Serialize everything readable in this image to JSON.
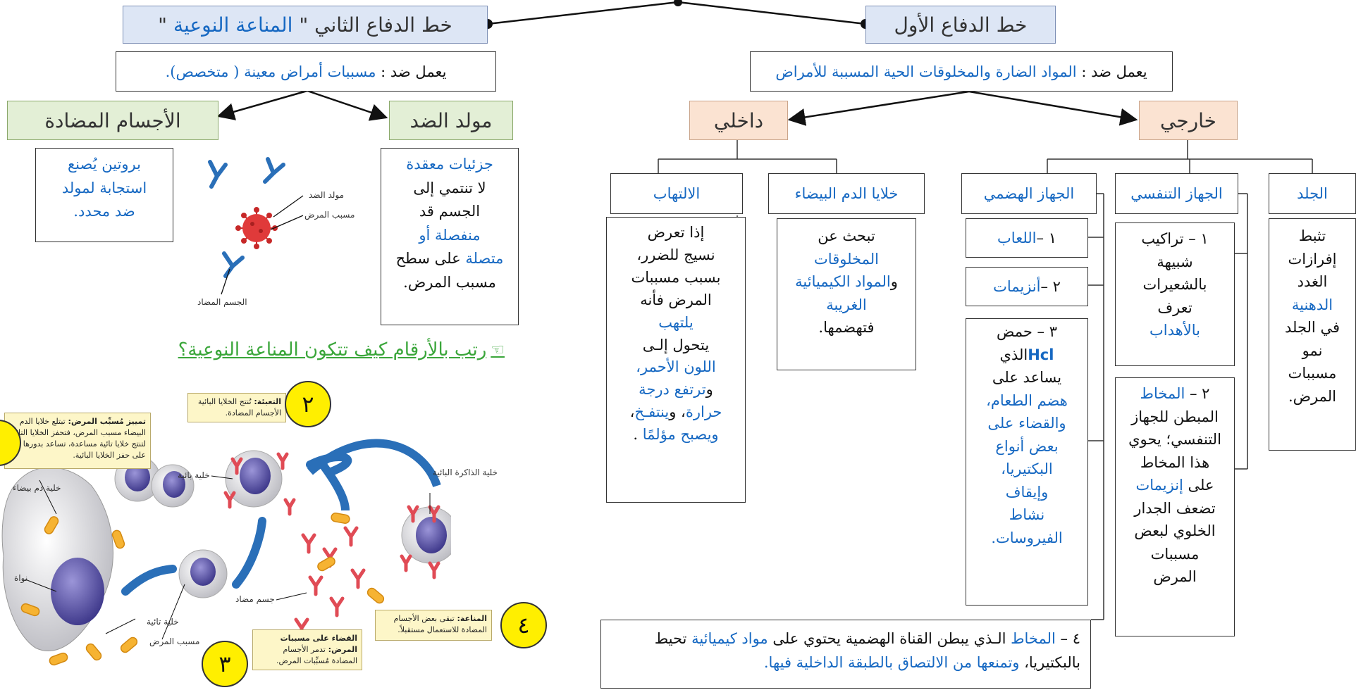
{
  "first_line": {
    "title": "خط الدفاع الأول",
    "works_against_prefix": "يعمل ضد : ",
    "works_against": "المواد الضارة والمخلوقات الحية المسببة للأمراض",
    "external": "خارجي",
    "internal": "داخلي",
    "skin": {
      "title": "الجلد",
      "t1": "تثبط",
      "t2": "إفرازات",
      "t3": "الغدد",
      "t4": "الدهنية",
      "t5": "في الجلد",
      "t6": "نمو",
      "t7": "مسببات",
      "t8": "المرض."
    },
    "respiratory": {
      "title": "الجهاز التنفسي",
      "b1_a": "١ – تراكيب",
      "b1_b": "شبيهة",
      "b1_c": "بالشعيرات",
      "b1_d": "تعرف",
      "b1_e": "بالأهداب",
      "b2_a": "٢ – ",
      "b2_b": "المخاط",
      "b2_c": "المبطن للجهاز",
      "b2_d": "التنفسي؛ يحوي",
      "b2_e": "هذا المخاط",
      "b2_f": "على ",
      "b2_g": "إنزيمات",
      "b2_h": "تضعف الجدار",
      "b2_i": "الخلوي لبعض",
      "b2_j": "مسببات",
      "b2_k": "المرض"
    },
    "digestive": {
      "title": "الجهاز الهضمي",
      "i1_num": "١ –",
      "i1": "اللعاب",
      "i2_num": "٢ –",
      "i2": "أنزيمات",
      "i3_a": "٣ – حمض",
      "i3_b": "Hcl",
      "i3_c": "الذي",
      "i3_d": "يساعد على",
      "i3_e": "هضم الطعام،",
      "i3_f": "والقضاء على",
      "i3_g": "بعض أنواع",
      "i3_h": "البكتيريا،",
      "i3_i": "وإيقاف",
      "i3_j": "نشاط",
      "i3_k": "الفيروسات.",
      "i4_a": "٤ – ",
      "i4_b": "المخاط",
      "i4_c": " الـذي يبطن القناة الهضمية يحتوي على ",
      "i4_d": "مواد كيميائية",
      "i4_e": " تحيط",
      "i4_f": "بالبكتيريا، ",
      "i4_g": "وتمنعها من الالتصاق بالطبقة الداخلية فيها."
    },
    "wbc": {
      "title": "خلايا الدم البيضاء",
      "t1": "تبحث عن",
      "t2": "المخلوقات",
      "t3_a": "و",
      "t3_b": "المواد الكيميائية",
      "t4": "الغريبة",
      "t5": "فتهضمها."
    },
    "inflammation": {
      "title": "الالتهاب",
      "t1": "إذا تعرض",
      "t2": "نسيج للضرر،",
      "t3": "بسبب مسببات",
      "t4": "المرض فأنه",
      "t5": "يلتهب",
      "t6": "يتحول إلـى",
      "t7": "اللون الأحمر،",
      "t8_a": "و",
      "t8_b": "ترتفع درجة",
      "t9_a": "حرارة",
      "t9_b": "، و",
      "t9_c": "ينتفـخ",
      "t9_d": "،",
      "t10_a": "ويصبح مؤلمًا",
      "t10_b": " ."
    }
  },
  "second_line": {
    "title_a": "خط الدفاع الثاني \" ",
    "title_b": "المناعة النوعية",
    "title_c": " \"",
    "works_against_prefix": "يعمل ضد : ",
    "works_against": "مسببات أمراض معينة ( متخصص).",
    "antigen": {
      "title": "مولد الضد",
      "t1": "جزئيات معقدة",
      "t2": "لا تنتمي إلى",
      "t3": "الجسم قد",
      "t4": "منفصلة أو",
      "t5_a": "متصلة",
      "t5_b": " على سطح",
      "t6": "مسبب المرض."
    },
    "antibodies": {
      "title": "الأجسام المضادة",
      "t1": "بروتين يُصنع",
      "t2": "استجابة لمولد",
      "t3": "ضد محدد."
    },
    "virus_labels": {
      "antigen": "مولد الضد",
      "pathogen": "مسبب المرض",
      "antibody": "الجسم المضاد"
    }
  },
  "task": {
    "icon": "pointing-hand-icon",
    "text": "رتب بالأرقام كيف تتكون المناعة النوعية؟"
  },
  "immune_figure": {
    "callout_recognition_a": "تمييز مُسبِّب المرض: ",
    "callout_recognition_b": "تبتلع خلايا الدم البيضاء مسبب المرض، فتحفز الخلايا التائية لتنتج خلايا تائية مساعدة، تساعد بدورها على حفز الخلايا البائية.",
    "callout_mobilize_a": "التعبئة: ",
    "callout_mobilize_b": "تُنتج الخلايا البائية الأجسام المضادة.",
    "callout_destroy_a": "القضاء على مسببات المرض: ",
    "callout_destroy_b": "تدمر الأجسام المضادة مُسبِّبات المرض.",
    "callout_immunity_a": "المناعة: ",
    "callout_immunity_b": "تبقى بعض الأجسام المضادة للاستعمال مستقبلاً.",
    "numbers": [
      "٢",
      "٣",
      "٤"
    ],
    "labels": {
      "wbc": "خلية دم بيضاء",
      "nucleus": "نواة",
      "pathogen": "مسبب المرض",
      "t_cell": "خلية تائية",
      "b_cell": "خلية بائية",
      "antibody": "جسم مضاد",
      "memory_b": "خلية الذاكرة البائية"
    }
  },
  "colors": {
    "accent_blue": "#1668c2",
    "header_blue": "#dde6f5",
    "header_green": "#e3efd6",
    "header_peach": "#fbe3d2",
    "number_yellow": "#ffef00",
    "task_green": "#3aa63a"
  }
}
